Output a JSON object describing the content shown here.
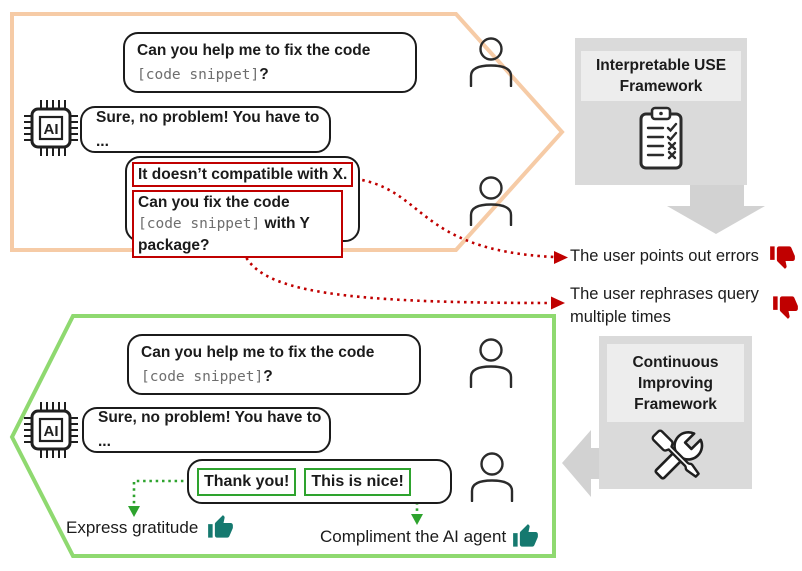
{
  "diagram": {
    "before": {
      "user_message_1": {
        "text": "Can you help me to fix the code ",
        "code": "[code snippet]",
        "suffix": "?"
      },
      "ai_label": "AI",
      "ai_message": "Sure, no problem! You have to ...",
      "error_highlight_1": "It doesn’t compatible with X.",
      "error_highlight_2": {
        "text": "Can you fix the code ",
        "code": "[code snippet]",
        "suffix": " with Y package?"
      }
    },
    "framework_top": {
      "line1": "Interpretable USE",
      "line2": "Framework"
    },
    "annotations": {
      "points_out_errors": "The user points out errors",
      "rephrases_query": "The user rephrases query multiple times"
    },
    "after": {
      "user_message_1": {
        "text": "Can you help me to fix the code ",
        "code": "[code snippet]",
        "suffix": "?"
      },
      "ai_label": "AI",
      "ai_message": "Sure, no problem! You have to ...",
      "praise_highlight_1": "Thank you!",
      "praise_highlight_2": "This is nice!",
      "label_gratitude": "Express gratitude",
      "label_compliment": "Compliment the AI agent"
    },
    "framework_bottom": {
      "line1": "Continuous",
      "line2": "Improving",
      "line3": "Framework"
    }
  },
  "colors": {
    "container_before_orange": "#F6CBA6",
    "container_after_green": "#8FD970",
    "negative_red": "#C00000",
    "positive_green": "#2EA32E",
    "thumb_teal": "#15796F",
    "panel_gray": "#DADADA",
    "panel_header_gray": "#EDEDED",
    "arrow_gray": "#D2D2D2",
    "code_gray": "#6E6E6E"
  }
}
